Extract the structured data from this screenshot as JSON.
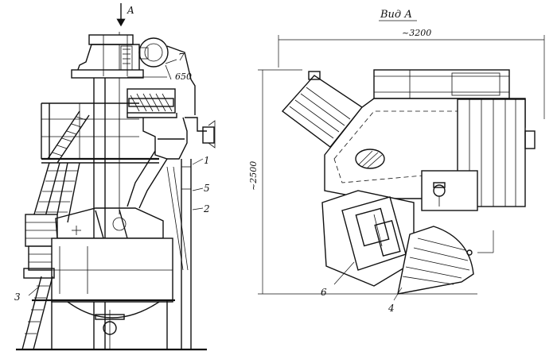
{
  "labels": {
    "arrow_a": "A",
    "view_title": "Вид А",
    "width_dim": "~3200",
    "height_dim": "~2500",
    "dim_650": "650",
    "part_1": "1",
    "part_2": "2",
    "part_3": "3",
    "part_4": "4",
    "part_5": "5",
    "part_6": "6",
    "part_7": "7"
  }
}
